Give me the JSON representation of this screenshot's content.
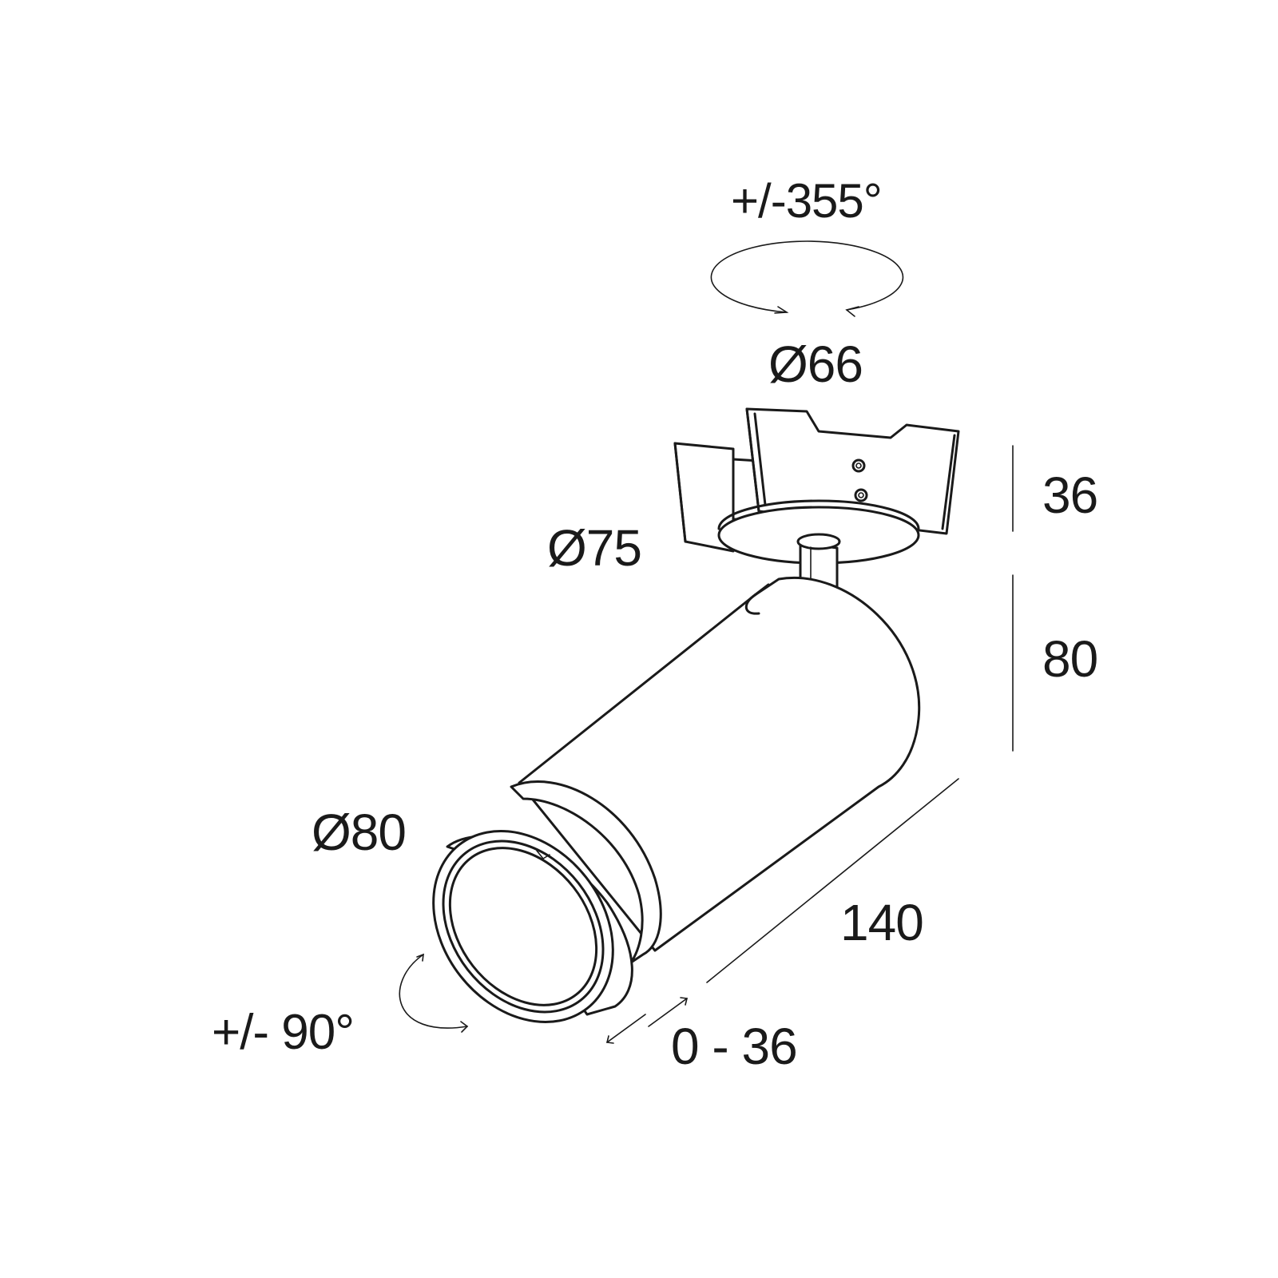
{
  "dimensions": {
    "rotation_horizontal": "+/-355°",
    "cutout_diameter": "Ø66",
    "flange_diameter": "Ø75",
    "recess_height": "36",
    "body_height": "80",
    "body_diameter": "Ø80",
    "body_length": "140",
    "tilt": "+/- 90°",
    "extension": "0 - 36"
  },
  "colors": {
    "line": "#1a1a1a",
    "background": "#ffffff"
  }
}
